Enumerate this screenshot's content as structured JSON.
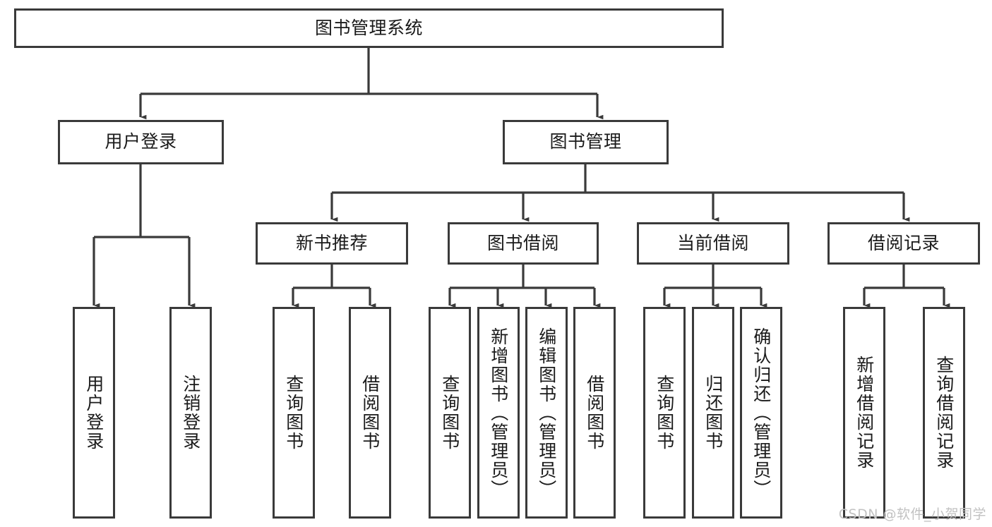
{
  "diagram": {
    "title_node": {
      "label": "图书管理系统"
    },
    "level2": [
      {
        "id": "user-login",
        "label": "用户登录"
      },
      {
        "id": "book-management",
        "label": "图书管理"
      }
    ],
    "level3": [
      {
        "id": "new-book-recommend",
        "label": "新书推荐"
      },
      {
        "id": "book-borrow",
        "label": "图书借阅"
      },
      {
        "id": "current-borrow",
        "label": "当前借阅"
      },
      {
        "id": "borrow-record",
        "label": "借阅记录"
      }
    ],
    "leaves": [
      {
        "id": "leaf-user-login",
        "label": "用户登录",
        "parent": "user-login"
      },
      {
        "id": "leaf-logout-login",
        "label": "注销登录",
        "parent": "user-login"
      },
      {
        "id": "leaf-query-book-1",
        "label": "查询图书",
        "parent": "new-book-recommend"
      },
      {
        "id": "leaf-borrow-book-1",
        "label": "借阅图书",
        "parent": "new-book-recommend"
      },
      {
        "id": "leaf-query-book-2",
        "label": "查询图书",
        "parent": "book-borrow"
      },
      {
        "id": "leaf-add-book",
        "label": "新增图书（管理员）",
        "parent": "book-borrow"
      },
      {
        "id": "leaf-edit-book",
        "label": "编辑图书（管理员）",
        "parent": "book-borrow"
      },
      {
        "id": "leaf-borrow-book-2",
        "label": "借阅图书",
        "parent": "book-borrow"
      },
      {
        "id": "leaf-query-book-3",
        "label": "查询图书",
        "parent": "current-borrow"
      },
      {
        "id": "leaf-return-book",
        "label": "归还图书",
        "parent": "current-borrow"
      },
      {
        "id": "leaf-confirm-return",
        "label": "确认归还（管理员）",
        "parent": "current-borrow"
      },
      {
        "id": "leaf-add-record",
        "label": "新增借阅记录",
        "parent": "borrow-record"
      },
      {
        "id": "leaf-query-record",
        "label": "查询借阅记录",
        "parent": "borrow-record"
      }
    ],
    "watermark": "CSDN @软件_小贺同学",
    "colors": {
      "border": "#3a3a3a",
      "background": "#ffffff",
      "text": "#1a1a1a",
      "watermark": "#c2c2c2"
    }
  }
}
